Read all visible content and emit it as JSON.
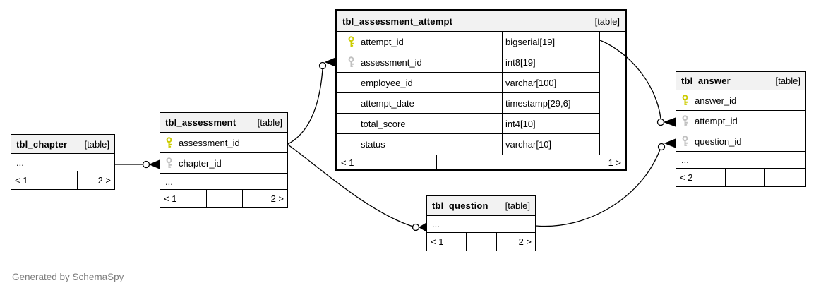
{
  "note": "Generated by SchemaSpy",
  "colors": {
    "header_bg": "#f2f2f2",
    "border": "#000000",
    "primary_key": "#cccc00",
    "foreign_key": "#c0c0c0",
    "note_text": "#7d7d7d"
  },
  "tables": {
    "chapter": {
      "name": "tbl_chapter",
      "badge": "[table]",
      "ellipsis": "...",
      "footer": {
        "left": "< 1",
        "middle": "",
        "right": "2 >"
      }
    },
    "assessment": {
      "name": "tbl_assessment",
      "badge": "[table]",
      "columns": [
        {
          "name": "assessment_id",
          "key": "primary"
        },
        {
          "name": "chapter_id",
          "key": "foreign"
        }
      ],
      "ellipsis": "...",
      "footer": {
        "left": "< 1",
        "middle": "",
        "right": "2 >"
      }
    },
    "attempt": {
      "name": "tbl_assessment_attempt",
      "badge": "[table]",
      "columns": [
        {
          "name": "attempt_id",
          "type": "bigserial[19]",
          "key": "primary"
        },
        {
          "name": "assessment_id",
          "type": "int8[19]",
          "key": "foreign"
        },
        {
          "name": "employee_id",
          "type": "varchar[100]",
          "key": "none"
        },
        {
          "name": "attempt_date",
          "type": "timestamp[29,6]",
          "key": "none"
        },
        {
          "name": "total_score",
          "type": "int4[10]",
          "key": "none"
        },
        {
          "name": "status",
          "type": "varchar[10]",
          "key": "none"
        }
      ],
      "footer": {
        "left": "< 1",
        "middle": "",
        "right": "1 >"
      }
    },
    "question": {
      "name": "tbl_question",
      "badge": "[table]",
      "ellipsis": "...",
      "footer": {
        "left": "< 1",
        "middle": "",
        "right": "2 >"
      }
    },
    "answer": {
      "name": "tbl_answer",
      "badge": "[table]",
      "columns": [
        {
          "name": "answer_id",
          "key": "primary"
        },
        {
          "name": "attempt_id",
          "key": "foreign"
        },
        {
          "name": "question_id",
          "key": "foreign"
        }
      ],
      "ellipsis": "...",
      "footer": {
        "left": "< 2",
        "middle": "",
        "right": ""
      }
    }
  },
  "relationships": [
    {
      "from": "tbl_chapter",
      "to": "tbl_assessment.chapter_id"
    },
    {
      "from": "tbl_assessment.assessment_id",
      "to": "tbl_assessment_attempt.assessment_id"
    },
    {
      "from": "tbl_assessment.assessment_id",
      "to": "tbl_question"
    },
    {
      "from": "tbl_assessment_attempt.attempt_id",
      "to": "tbl_answer.attempt_id"
    },
    {
      "from": "tbl_question",
      "to": "tbl_answer.question_id"
    }
  ]
}
